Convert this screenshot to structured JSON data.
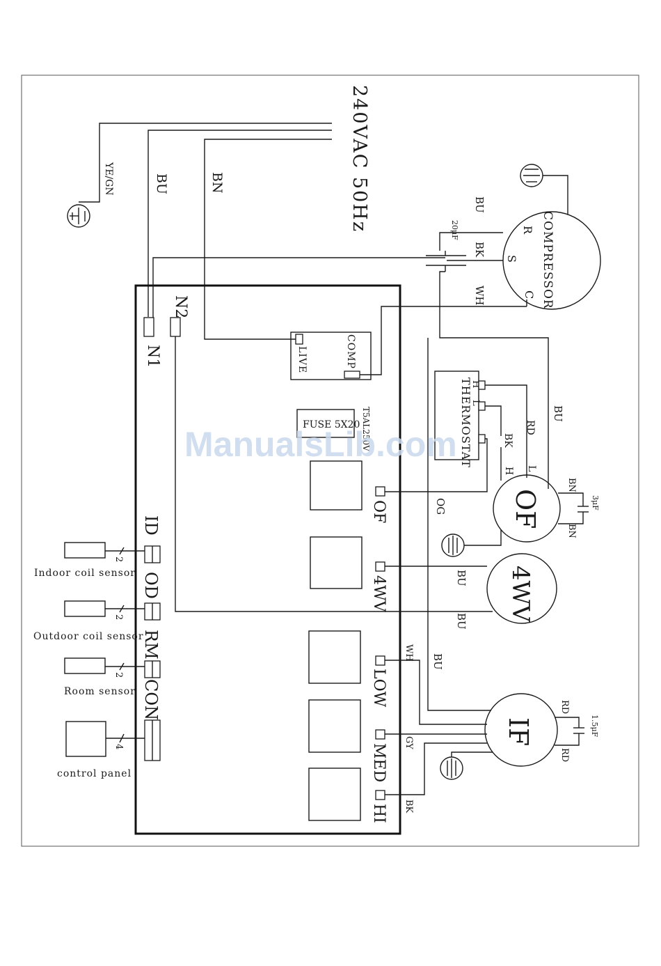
{
  "supply": {
    "label": "240VAC 50Hz",
    "wire_yegn": "YE/GN",
    "wire_bu": "BU",
    "wire_bn": "BN"
  },
  "board": {
    "n1": "N1",
    "n2": "N2",
    "live": "LIVE",
    "comp": "COMP",
    "fuse": "FUSE 5X20",
    "fuse_rating": "T5AL250V",
    "of": "OF",
    "fourwv": "4WV",
    "low": "LOW",
    "med": "MED",
    "hi": "HI",
    "id": "ID",
    "od": "OD",
    "rm": "RM",
    "con": "CON"
  },
  "sensors": [
    {
      "label": "Indoor coil sensor",
      "count": "2"
    },
    {
      "label": "Outdoor coil sensor",
      "count": "2"
    },
    {
      "label": "Room sensor",
      "count": "2"
    },
    {
      "label": "control panel",
      "count": "4"
    }
  ],
  "compressor": {
    "label": "COMPRESSOR",
    "r": "R",
    "s": "S",
    "c": "C",
    "cap": "20μF",
    "wire_bu": "BU",
    "wire_bk": "BK",
    "wire_wh": "WH"
  },
  "thermostat": {
    "label": "THERMOSTAT",
    "h": "H",
    "l": "L",
    "wire_rd": "RD",
    "wire_bk": "BK",
    "wire_l": "L",
    "wire_h": "H"
  },
  "outdoor_fan": {
    "label": "OF",
    "cap": "3μF",
    "wire_bn1": "BN",
    "wire_bn2": "BN",
    "wire_og": "OG",
    "wire_bu": "BU"
  },
  "four_way_valve": {
    "label": "4WV",
    "wire_bu1": "BU",
    "wire_bu2": "BU"
  },
  "indoor_fan": {
    "label": "IF",
    "cap": "1.5μF",
    "wire_rd1": "RD",
    "wire_rd2": "RD",
    "wire_wh": "WH",
    "wire_gy": "GY",
    "wire_bk": "BK",
    "wire_bu": "BU"
  },
  "watermark": "ManualsLib.com"
}
